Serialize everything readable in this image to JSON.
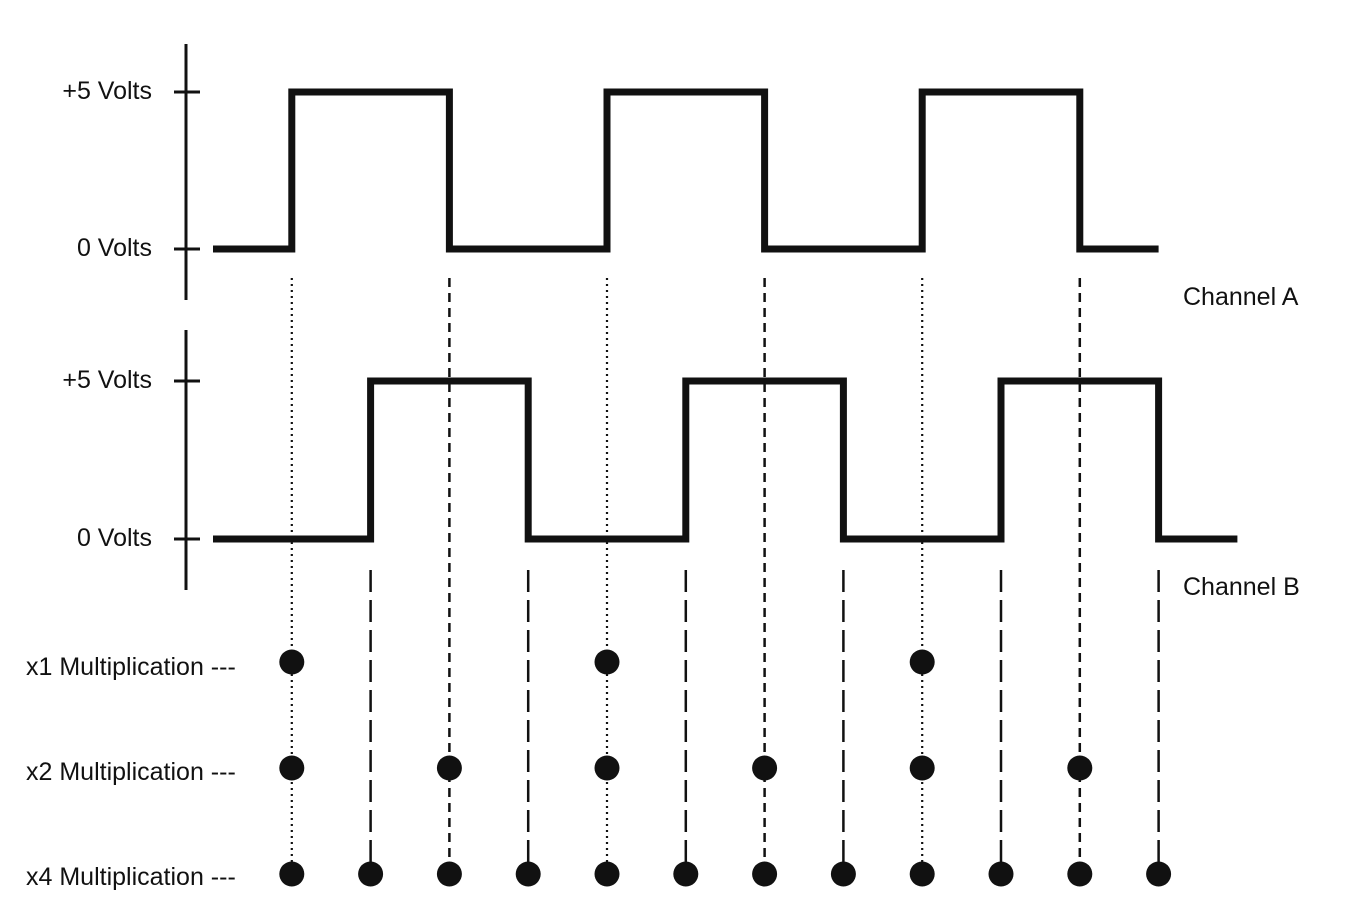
{
  "labels": {
    "high": "+5 Volts",
    "low": "0 Volts",
    "channel_a": "Channel A",
    "channel_b": "Channel B",
    "x1": "x1 Multiplication ---",
    "x2": "x2 Multiplication ---",
    "x4": "x4 Multiplication ---"
  },
  "channel_a": {
    "high_volts": 5,
    "low_volts": 0,
    "rising_edges": [
      1,
      5,
      9
    ],
    "falling_edges": [
      3,
      7,
      11
    ],
    "span": [
      0,
      12
    ]
  },
  "channel_b": {
    "high_volts": 5,
    "low_volts": 0,
    "rising_edges": [
      2,
      6,
      10
    ],
    "falling_edges": [
      4,
      8,
      12
    ],
    "span": [
      0,
      13
    ]
  },
  "multiplication": {
    "x1": [
      1,
      5,
      9
    ],
    "x2": [
      1,
      3,
      5,
      7,
      9,
      11
    ],
    "x4": [
      1,
      2,
      3,
      4,
      5,
      6,
      7,
      8,
      9,
      10,
      11,
      12
    ]
  },
  "colors": {
    "ink": "#111111"
  }
}
